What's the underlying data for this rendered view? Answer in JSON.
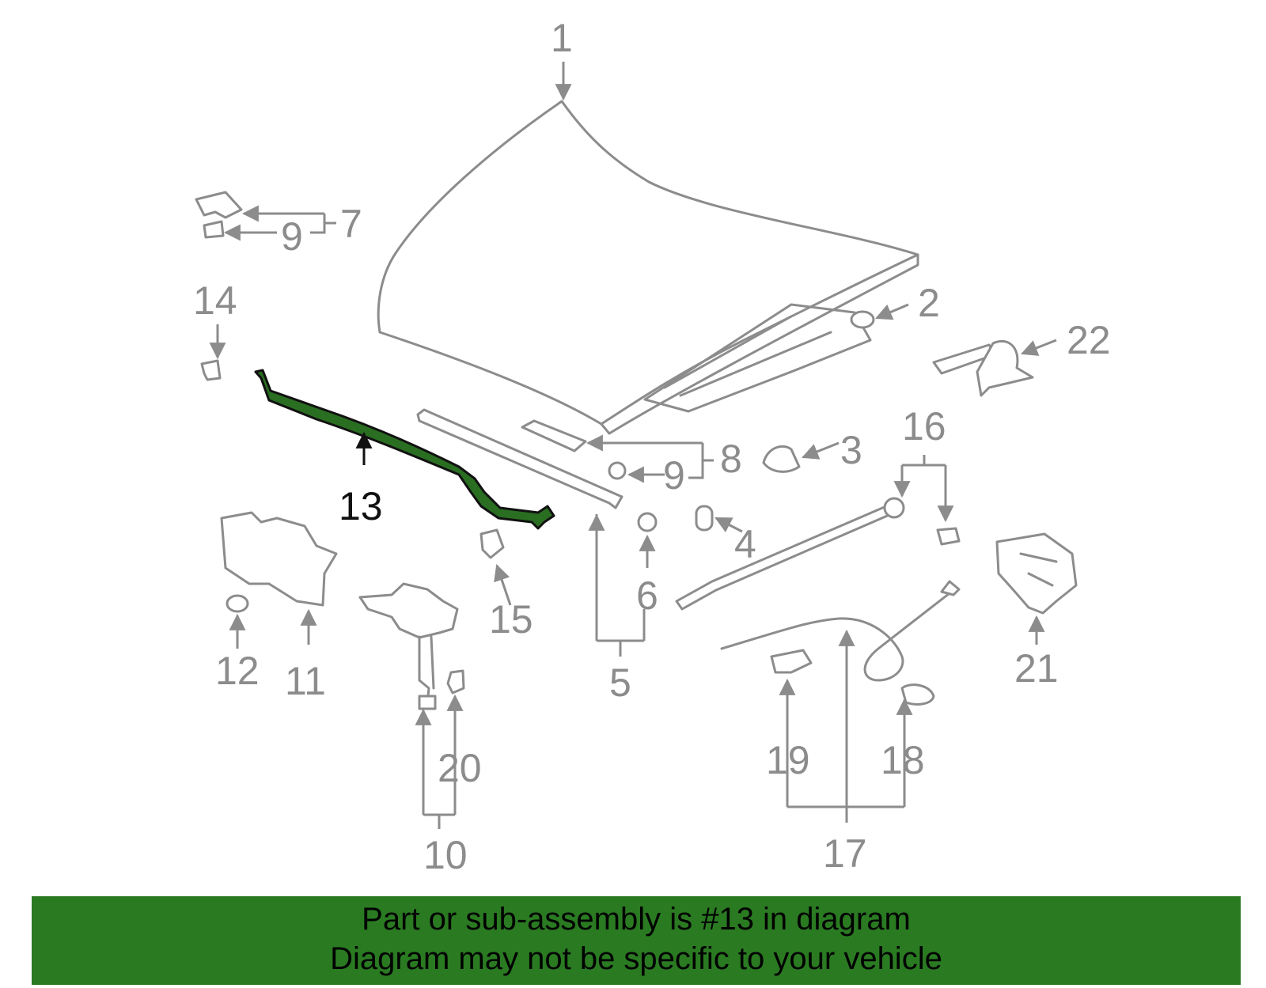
{
  "diagram": {
    "highlight_part": "13",
    "colors": {
      "highlight": "#2a6e22",
      "banner": "#2a7a22",
      "parts": "#8c8c8c"
    },
    "callouts": {
      "c1": "1",
      "c2": "2",
      "c3": "3",
      "c4": "4",
      "c5": "5",
      "c6": "6",
      "c7": "7",
      "c8": "8",
      "c9a": "9",
      "c9b": "9",
      "c10": "10",
      "c11": "11",
      "c12": "12",
      "c13": "13",
      "c14": "14",
      "c15": "15",
      "c16": "16",
      "c17": "17",
      "c18": "18",
      "c19": "19",
      "c20": "20",
      "c21": "21",
      "c22": "22"
    }
  },
  "banner": {
    "line1": "Part or sub-assembly is #13 in diagram",
    "line2": "Diagram may not be specific to your vehicle"
  }
}
